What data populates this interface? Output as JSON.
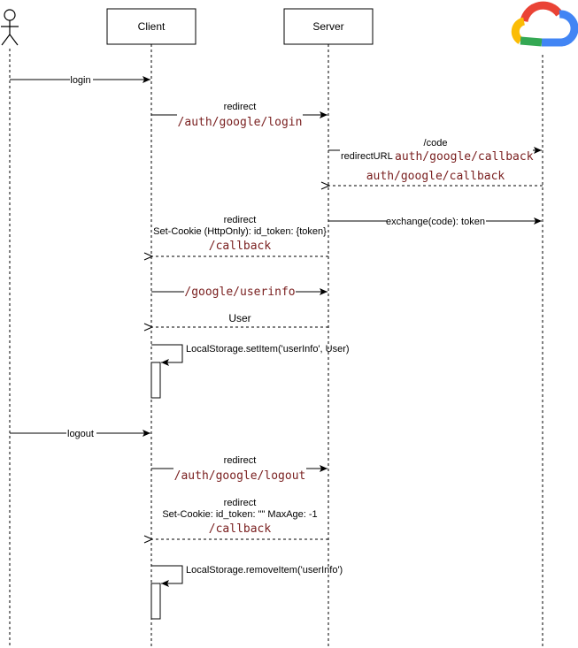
{
  "participants": {
    "client": "Client",
    "server": "Server"
  },
  "messages": {
    "login": "login",
    "m2_top": "redirect",
    "m2_code": "/auth/google/login",
    "m3_top": "/code",
    "m3_prefix": "redirectURL",
    "m3_code": "auth/google/callback",
    "m4_code": "auth/google/callback",
    "m5": "exchange(code): token",
    "m6_top": "redirect",
    "m6_cookie": "Set-Cookie (HttpOnly): id_token: {token}",
    "m6_code": "/callback",
    "m7_code": "/google/userinfo",
    "m8": "User",
    "m9": "LocalStorage.setItem('userInfo', User)",
    "logout": "logout",
    "m11_top": "redirect",
    "m11_code": "/auth/google/logout",
    "m12_top": "redirect",
    "m12_cookie": "Set-Cookie: id_token: \"\" MaxAge: -1",
    "m12_code": "/callback",
    "m13": "LocalStorage.removeItem('userInfo')"
  },
  "colors": {
    "line": "#000000",
    "code_text": "#7a2020",
    "gc_red": "#EA4335",
    "gc_blue": "#4285F4",
    "gc_yellow": "#FBBC05",
    "gc_green": "#34A853"
  },
  "icons": {
    "actor": "user-actor-icon",
    "cloud": "google-cloud-icon"
  }
}
